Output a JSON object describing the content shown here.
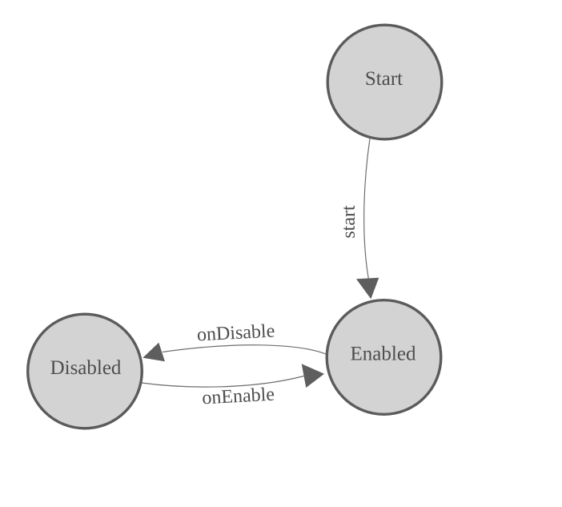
{
  "diagram": {
    "kind": "state-machine",
    "background": "#ffffff",
    "colors": {
      "node_fill": "#d3d3d3",
      "node_border": "#5b5b5b",
      "edge_line": "#6e6e6e",
      "arrowhead_fill": "#5e5e5e",
      "label_text": "#4d4d4d"
    },
    "nodes": [
      {
        "id": "start",
        "label": "Start"
      },
      {
        "id": "enabled",
        "label": "Enabled"
      },
      {
        "id": "disabled",
        "label": "Disabled"
      }
    ],
    "edges": [
      {
        "id": "start-transition",
        "label": "start",
        "from": "Start",
        "to": "Enabled"
      },
      {
        "id": "ondisable-transition",
        "label": "onDisable",
        "from": "Enabled",
        "to": "Disabled"
      },
      {
        "id": "onenable-transition",
        "label": "onEnable",
        "from": "Disabled",
        "to": "Enabled"
      }
    ]
  }
}
